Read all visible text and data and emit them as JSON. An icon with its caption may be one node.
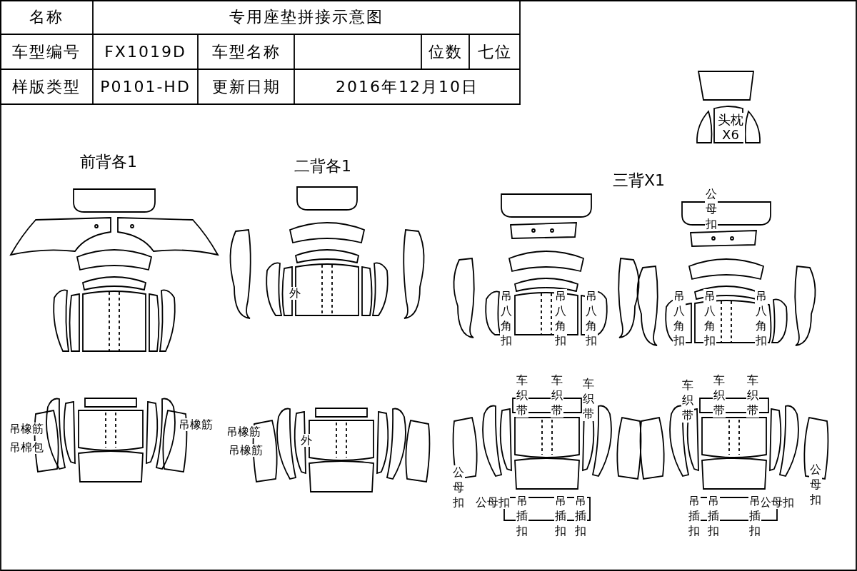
{
  "diagram": {
    "labels": [
      "名称",
      "专用座垫拼接示意图",
      "车型编号",
      "FX1019D",
      "车型名称",
      "位数",
      "七位",
      "样版类型",
      "P0101-HD",
      "更新日期",
      "2016年12月10日",
      "头枕 X6",
      "前背各1",
      "二背各1",
      "三背X1",
      "公母扣",
      "外",
      "吊八角扣",
      "吊八角扣",
      "吊八角扣",
      "吊八角扣",
      "吊八角扣",
      "吊八角扣",
      "车织带",
      "车织带",
      "车织带",
      "车织带",
      "车织带",
      "车织带",
      "吊橡筋",
      "吊橡筋",
      "吊橡筋",
      "吊棉包",
      "吊橡筋",
      "外",
      "公母扣",
      "公母扣",
      "公母扣",
      "吊插扣",
      "吊插扣",
      "吊插扣",
      "公母扣",
      "吊插扣",
      "吊插扣",
      "吊插扣"
    ]
  }
}
